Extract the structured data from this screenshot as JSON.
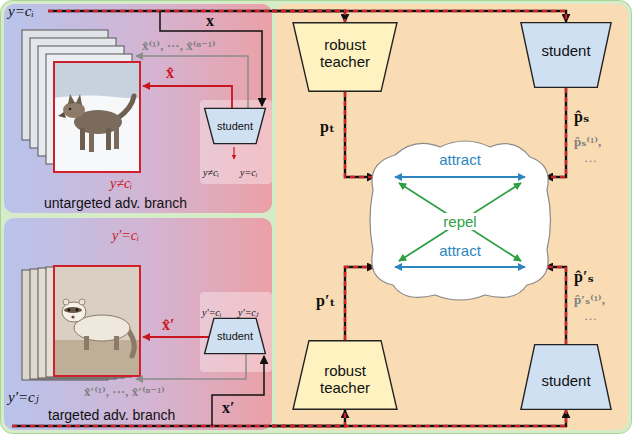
{
  "diagram": {
    "nodes": [
      {
        "text": [
          "untargeted adv. branch"
        ]
      },
      {
        "text": [
          "student"
        ],
        "in": 0
      },
      {
        "text": [
          "targeted adv. branch"
        ]
      },
      {
        "text": [
          "student"
        ],
        "in": 2
      },
      {
        "text": [
          "robust teacher"
        ]
      },
      {
        "text": [
          "student"
        ]
      },
      {
        "text": [
          "attract",
          "repel",
          "attract"
        ]
      },
      {
        "text": [
          "robust teacher"
        ]
      },
      {
        "text": [
          "student"
        ]
      }
    ],
    "edges": [
      {
        "from": 0,
        "to": 4,
        "arrow": "to"
      },
      {
        "from": 0,
        "to": 5,
        "arrow": "to"
      },
      {
        "from": 4,
        "to": 6,
        "label": "pₜ",
        "arrow": "to"
      },
      {
        "from": 5,
        "to": 6,
        "label": "p̂ₛ",
        "arrow": "to"
      },
      {
        "from": 7,
        "to": 6,
        "label": "p′ₜ",
        "arrow": "to"
      },
      {
        "from": 8,
        "to": 6,
        "label": "p̂′ₛ",
        "arrow": "to"
      },
      {
        "from": 2,
        "to": 7,
        "arrow": "to"
      },
      {
        "from": 2,
        "to": 8,
        "arrow": "to"
      }
    ],
    "labels": [
      "y=cᵢ",
      "x",
      "x̂⁽¹⁾, ···, x̂⁽ⁿ⁻¹⁾",
      "x̂",
      "y≠cᵢ",
      "y=cᵢ",
      "y≠cᵢ",
      "y′=cᵢ",
      "y′=cᵢ",
      "y′=cⱼ",
      "x̂′",
      "x̂′⁽¹⁾, ···, x̂′⁽ⁿ⁻¹⁾",
      "y′=cⱼ",
      "x′",
      "p̂ₛ⁽¹⁾,",
      "…",
      "p̂′ₛ⁽¹⁾,",
      "…"
    ]
  }
}
